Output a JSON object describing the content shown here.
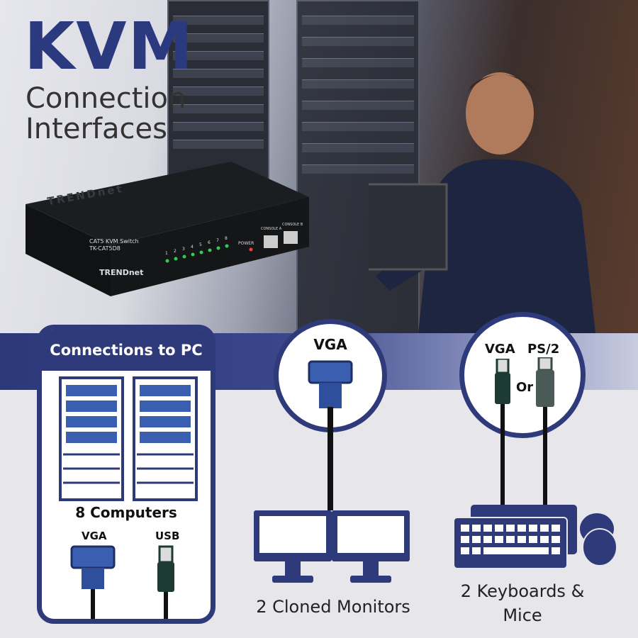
{
  "header": {
    "title": "KVM",
    "subtitle_line1": "Connection",
    "subtitle_line2": "Interfaces"
  },
  "device": {
    "brand": "TRENDnet",
    "model_line1": "CAT5 KVM Switch",
    "model_line2": "TK-CAT5D8",
    "power_label": "POWER",
    "console_a": "CONSOLE A",
    "console_b": "CONSOLE B",
    "port_numbers": [
      "1",
      "2",
      "3",
      "4",
      "5",
      "6",
      "7",
      "8"
    ]
  },
  "pc_card": {
    "heading": "Connections to PC",
    "count_label": "8 Computers",
    "vga_label": "VGA",
    "usb_label": "USB"
  },
  "monitor_panel": {
    "connector_label": "VGA",
    "caption": "2 Cloned Monitors"
  },
  "input_panel": {
    "vga_label": "VGA",
    "ps2_label": "PS/2",
    "or_label": "Or",
    "caption_line1": "2 Keyboards &",
    "caption_line2": "Mice"
  },
  "colors": {
    "brand_navy": "#2f3a7a",
    "connector_blue": "#3a5fb0",
    "usb_green": "#1e3a34"
  }
}
